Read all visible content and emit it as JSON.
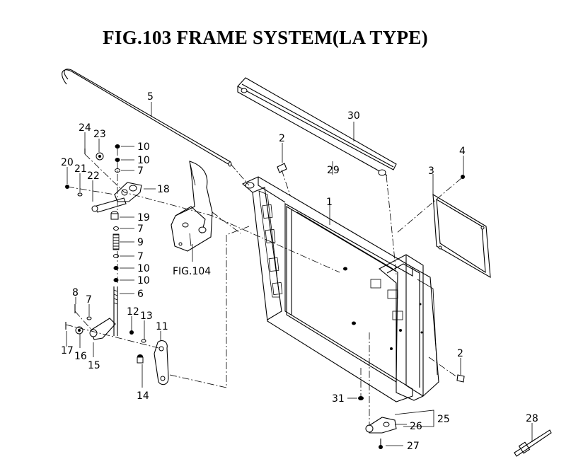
{
  "title": "FIG.103  FRAME SYSTEM(LA TYPE)",
  "ref_label": "FIG.104",
  "callouts": {
    "c1": "1",
    "c2a": "2",
    "c2b": "2",
    "c3": "3",
    "c4": "4",
    "c5": "5",
    "c6": "6",
    "c7a": "7",
    "c7b": "7",
    "c7c": "7",
    "c7d": "7",
    "c8": "8",
    "c9": "9",
    "c10a": "10",
    "c10b": "10",
    "c10c": "10",
    "c10d": "10",
    "c11": "11",
    "c12": "12",
    "c13": "13",
    "c14": "14",
    "c15": "15",
    "c16": "16",
    "c17": "17",
    "c18": "18",
    "c19": "19",
    "c20": "20",
    "c21": "21",
    "c22": "22",
    "c23": "23",
    "c24": "24",
    "c25": "25",
    "c26": "26",
    "c27": "27",
    "c28": "28",
    "c29": "29",
    "c30": "30",
    "c31": "31"
  }
}
